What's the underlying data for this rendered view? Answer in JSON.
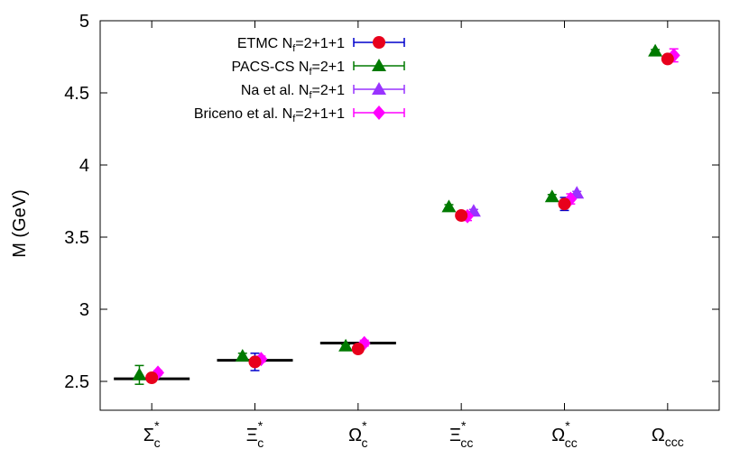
{
  "chart_data": {
    "type": "scatter",
    "ylabel": "M (GeV)",
    "ylim": [
      2.3,
      5.0
    ],
    "yticks": [
      "2.5",
      "3",
      "3.5",
      "4",
      "4.5",
      "5"
    ],
    "ytick_values": [
      2.5,
      3.0,
      3.5,
      4.0,
      4.5,
      5.0
    ],
    "categories": [
      {
        "base": "Σ",
        "sub": "c",
        "star": true
      },
      {
        "base": "Ξ",
        "sub": "c",
        "star": true
      },
      {
        "base": "Ω",
        "sub": "c",
        "star": true
      },
      {
        "base": "Ξ",
        "sub": "cc",
        "star": true
      },
      {
        "base": "Ω",
        "sub": "cc",
        "star": true
      },
      {
        "base": "Ω",
        "sub": "ccc",
        "star": false
      }
    ],
    "experiment": {
      "color": "#000000",
      "values": [
        2.518,
        2.646,
        2.766,
        null,
        null,
        null
      ]
    },
    "series": [
      {
        "name": "ETMC N",
        "sub": "f",
        "suffix": "=2+1+1",
        "marker": "circle",
        "color": "#e8001c",
        "errcolor": "#0000cc",
        "offset": 0.0,
        "values": [
          2.525,
          2.635,
          2.725,
          3.65,
          3.73,
          4.735
        ],
        "errors": [
          0.012,
          0.06,
          0.02,
          0.02,
          0.045,
          0.02
        ]
      },
      {
        "name": "PACS-CS N",
        "sub": "f",
        "suffix": "=2+1",
        "marker": "triangle",
        "color": "#007a00",
        "errcolor": "#007a00",
        "offset": -0.12,
        "values": [
          2.545,
          2.675,
          2.745,
          3.71,
          3.78,
          4.79
        ],
        "errors": [
          0.065,
          0.02,
          0.01,
          0.015,
          0.015,
          0.01
        ]
      },
      {
        "name": "Na et al. N",
        "sub": "f",
        "suffix": "=2+1",
        "marker": "triangle",
        "color": "#9933ff",
        "errcolor": "#9933ff",
        "offset": 0.12,
        "values": [
          null,
          null,
          null,
          3.68,
          3.805,
          null
        ],
        "errors": [
          null,
          null,
          null,
          0.012,
          0.012,
          null
        ]
      },
      {
        "name": "Briceno et al. N",
        "sub": "f",
        "suffix": "=2+1+1",
        "marker": "diamond",
        "color": "#ff00ff",
        "errcolor": "#ff00ff",
        "offset": 0.06,
        "values": [
          2.56,
          2.655,
          2.765,
          3.645,
          3.765,
          4.76
        ],
        "errors": [
          0.015,
          0.02,
          0.02,
          0.03,
          0.035,
          0.045
        ]
      }
    ],
    "legend_position": "top-left"
  }
}
